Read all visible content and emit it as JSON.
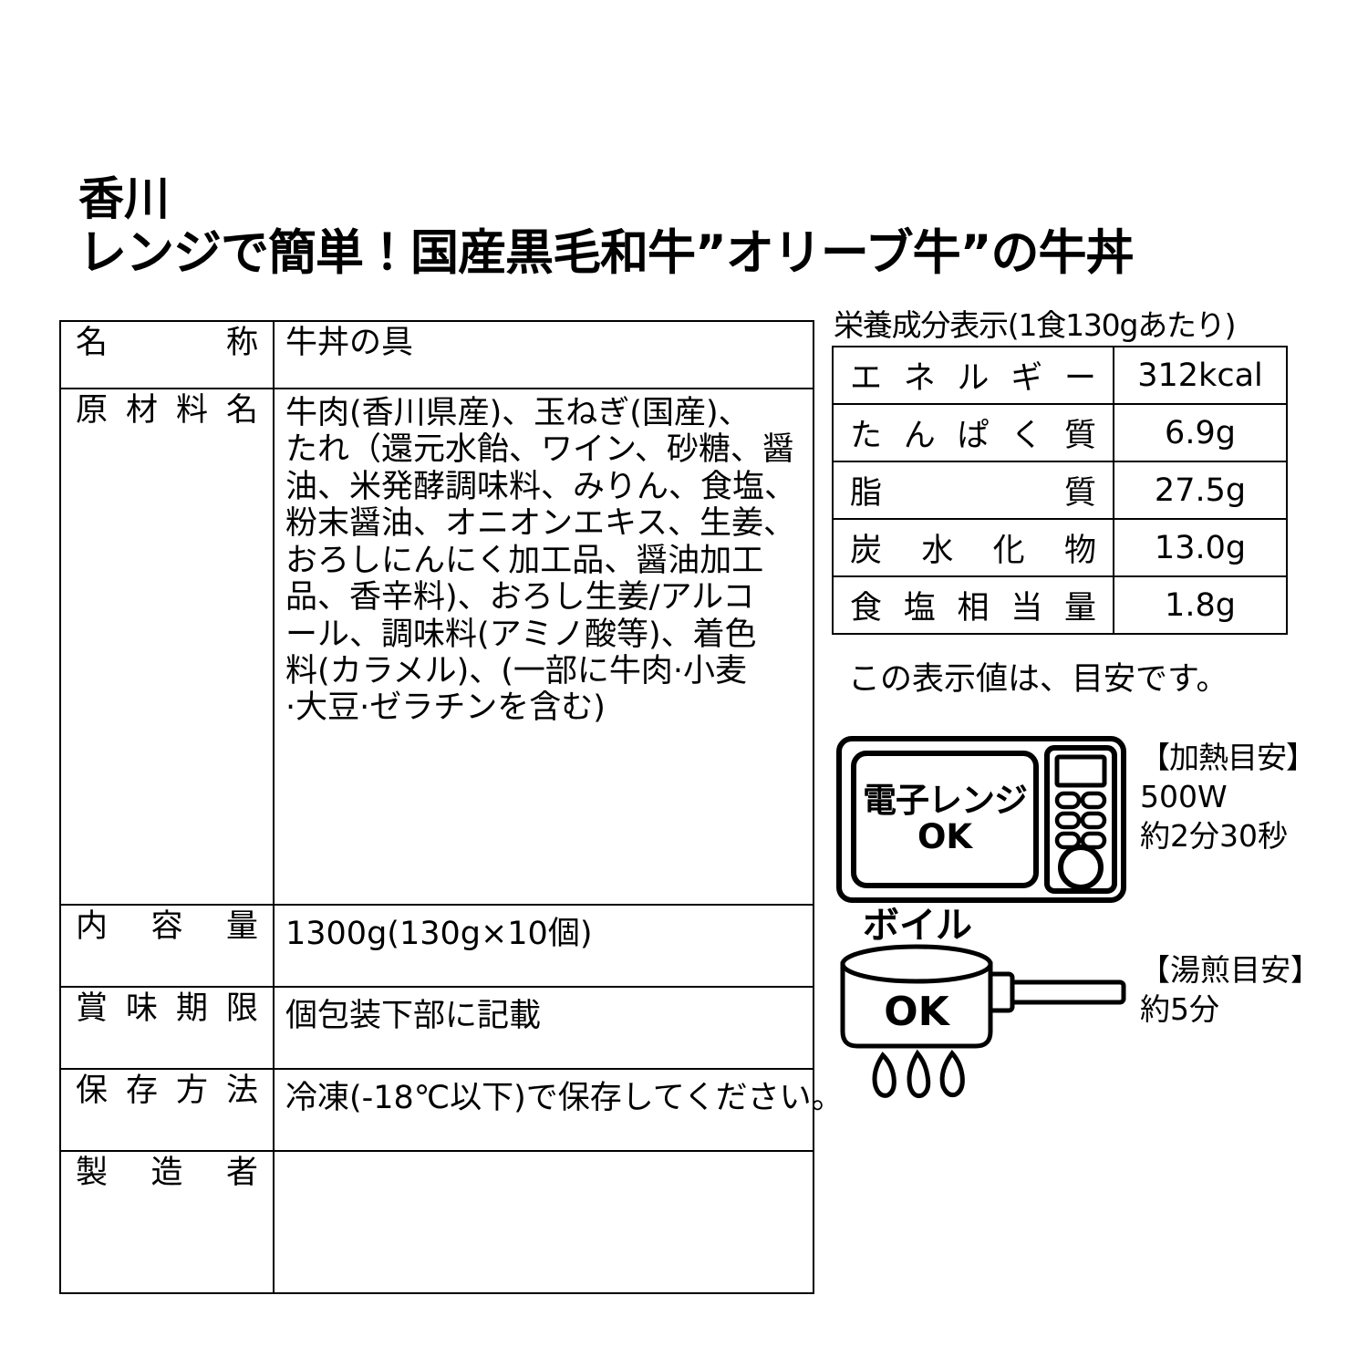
{
  "title": {
    "prefecture": "香川",
    "product_name": "レンジで簡単！国産黒毛和牛”オリーブ牛”の牛丼"
  },
  "main_table": {
    "rows": [
      {
        "label": "名称",
        "value": "牛丼の具"
      },
      {
        "label": "原材料名",
        "value": ""
      },
      {
        "label": "内容量",
        "value": "1300g(130g×10個)"
      },
      {
        "label": "賞味期限",
        "value": "個包装下部に記載"
      },
      {
        "label": "保存方法",
        "value": "冷凍(-18℃以下)で保存してください。"
      },
      {
        "label": "製造者",
        "value": ""
      }
    ],
    "ingredients_lines": [
      "牛肉(香川県産)、玉ねぎ(国産)、",
      "たれ（還元水飴、ワイン、砂糖、醤",
      "油、米発酵調味料、みりん、食塩、",
      "粉末醤油、オニオンエキス、生姜、",
      "おろしにんにく加工品、醤油加工",
      "品、香辛料)、おろし生姜/アルコ",
      "ール、調味料(アミノ酸等)、着色",
      "料(カラメル)、(一部に牛肉·小麦",
      "·大豆·ゼラチンを含む)"
    ]
  },
  "nutrition": {
    "heading": "栄養成分表示(1食130gあたり)",
    "rows": [
      {
        "label": "エネルギー",
        "value": "312kcal"
      },
      {
        "label": "たんぱく質",
        "value": "6.9g"
      },
      {
        "label": "脂質",
        "value": "27.5g"
      },
      {
        "label": "炭水化物",
        "value": "13.0g"
      },
      {
        "label": "食塩相当量",
        "value": "1.8g"
      }
    ],
    "note": "この表示値は、目安です。"
  },
  "heating": {
    "microwave": {
      "icon_line1": "電子レンジ",
      "icon_line2": "OK",
      "guide_title": "【加熱目安】",
      "guide_power": "500W",
      "guide_time": "約2分30秒"
    },
    "boil": {
      "label": "ボイル",
      "icon_ok": "OK",
      "guide_title": "【湯煎目安】",
      "guide_time": "約5分"
    }
  },
  "colors": {
    "ink": "#000000",
    "background": "#ffffff"
  }
}
